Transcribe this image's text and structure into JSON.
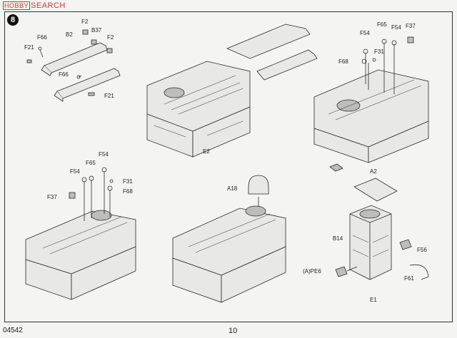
{
  "watermark": {
    "logo": "HOBBY",
    "text": "SEARCH"
  },
  "step_number": "8",
  "labels": {
    "f66_a": "F66",
    "b2": "B2",
    "f2_a": "F2",
    "b37": "B37",
    "f2_b": "F2",
    "f21_a": "F21",
    "f66_b": "F66",
    "f21_b": "F21",
    "e2": "E2",
    "f65_a": "F65",
    "f54_a": "F54",
    "f37_a": "F37",
    "f54_b": "F54",
    "f31_a": "F31",
    "f68_a": "F68",
    "f54_c": "F54",
    "f54_d": "F54",
    "f65_b": "F65",
    "f31_b": "F31",
    "f68_b": "F68",
    "f37_b": "F37",
    "a18": "A18",
    "a2": "A2",
    "b14": "B14",
    "f56": "F56",
    "ape6": "(A)PE6",
    "f61": "F61",
    "e1": "E1"
  },
  "footer": {
    "code": "04542",
    "page": "10"
  }
}
